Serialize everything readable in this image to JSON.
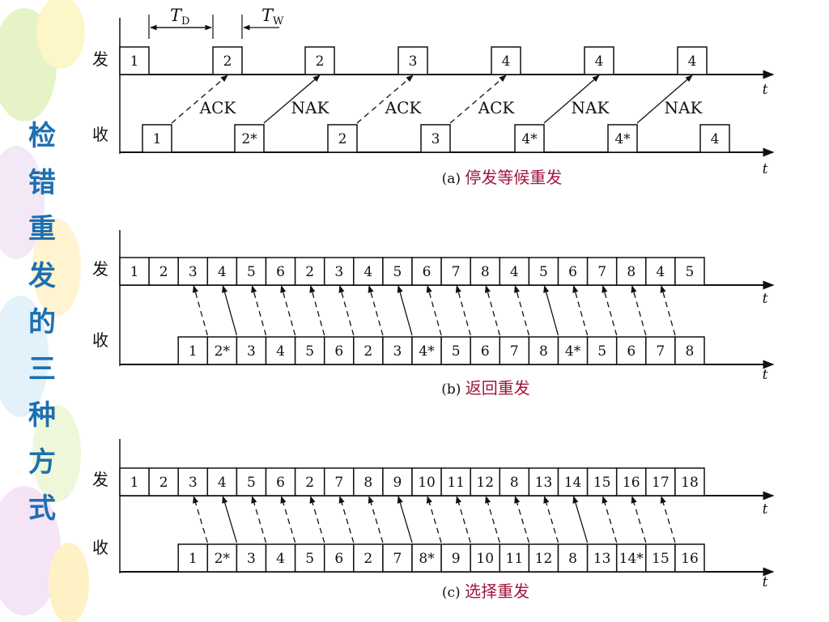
{
  "side_title": [
    "检",
    "错",
    "重",
    "发",
    "的",
    "三",
    "种",
    "方",
    "式"
  ],
  "time_label": "t",
  "send_label": "发",
  "recv_label": "收",
  "timing": {
    "td_main": "T",
    "td_sub": "D",
    "tw_main": "T",
    "tw_sub": "W"
  },
  "panels": [
    {
      "caption_prefix": "(a)",
      "caption": "停发等候重发",
      "send": [
        "1",
        "2",
        "2",
        "3",
        "4",
        "4",
        "4"
      ],
      "recv": [
        "1",
        "2*",
        "2",
        "3",
        "4*",
        "4*",
        "4"
      ],
      "acks": [
        "ACK",
        "NAK",
        "ACK",
        "ACK",
        "NAK",
        "NAK"
      ],
      "ack_types": [
        "dashed",
        "solid",
        "dashed",
        "dashed",
        "solid",
        "solid"
      ]
    },
    {
      "caption_prefix": "(b)",
      "caption": "返回重发",
      "send": [
        "1",
        "2",
        "3",
        "4",
        "5",
        "6",
        "2",
        "3",
        "4",
        "5",
        "6",
        "7",
        "8",
        "4",
        "5",
        "6",
        "7",
        "8",
        "4",
        "5"
      ],
      "recv": [
        "1",
        "2*",
        "3",
        "4",
        "5",
        "6",
        "2",
        "3",
        "4*",
        "5",
        "6",
        "7",
        "8",
        "4*",
        "5",
        "6",
        "7",
        "8"
      ],
      "ack_types": [
        "dashed",
        "solid",
        "dashed",
        "dashed",
        "dashed",
        "dashed",
        "dashed",
        "solid",
        "dashed",
        "dashed",
        "dashed",
        "dashed",
        "solid",
        "dashed",
        "dashed",
        "dashed",
        "dashed"
      ]
    },
    {
      "caption_prefix": "(c)",
      "caption": "选择重发",
      "send": [
        "1",
        "2",
        "3",
        "4",
        "5",
        "6",
        "2",
        "7",
        "8",
        "9",
        "10",
        "11",
        "12",
        "8",
        "13",
        "14",
        "15",
        "16",
        "17",
        "18"
      ],
      "recv": [
        "1",
        "2*",
        "3",
        "4",
        "5",
        "6",
        "2",
        "7",
        "8*",
        "9",
        "10",
        "11",
        "12",
        "8",
        "13",
        "14*",
        "15",
        "16"
      ],
      "ack_types": [
        "dashed",
        "solid",
        "dashed",
        "dashed",
        "dashed",
        "dashed",
        "dashed",
        "solid",
        "dashed",
        "dashed",
        "dashed",
        "dashed",
        "dashed",
        "solid",
        "dashed",
        "dashed",
        "dashed"
      ]
    }
  ]
}
